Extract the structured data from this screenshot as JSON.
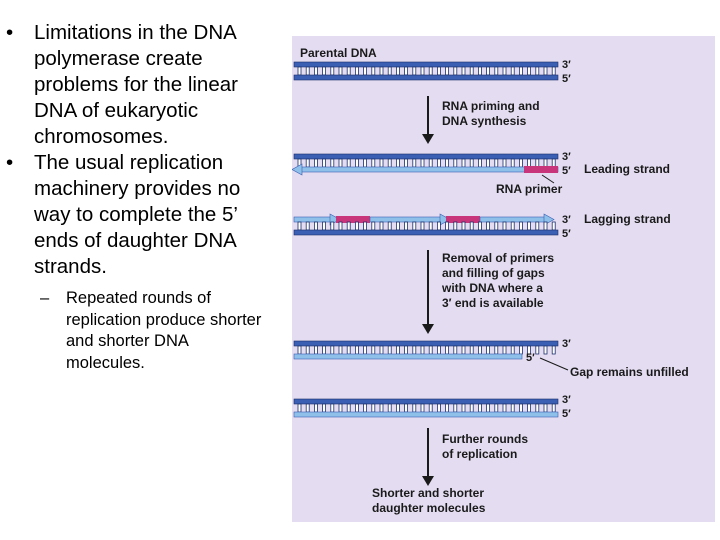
{
  "bullets": [
    {
      "text": "Limitations in the DNA polymerase create problems for the linear DNA of eukaryotic chromosomes."
    },
    {
      "text": "The usual replication machinery provides no way to complete the 5’ ends of daughter DNA strands."
    }
  ],
  "sub_bullet": {
    "text": "Repeated rounds of replication produce shorter and shorter DNA molecules."
  },
  "figure": {
    "colors": {
      "background": "#e4dcf1",
      "parental_strand": "#3a5fb3",
      "daughter_strand": "#8fc0ea",
      "primer": "#c8357a"
    },
    "parental_label": "Parental DNA",
    "step1": {
      "line1": "RNA priming and",
      "line2": "DNA synthesis"
    },
    "leading_label": "Leading strand",
    "primer_label": "RNA primer",
    "lagging_label": "Lagging strand",
    "step2": {
      "line1": "Removal of primers",
      "line2": "and filling of gaps",
      "line3": "with DNA where a",
      "line4": "3′ end is available"
    },
    "gap_label": "Gap remains unfilled",
    "step3": {
      "line1": "Further rounds",
      "line2": "of replication"
    },
    "final": {
      "line1": "Shorter and shorter",
      "line2": "daughter molecules"
    },
    "end_3prime": "3′",
    "end_5prime": "5′"
  }
}
